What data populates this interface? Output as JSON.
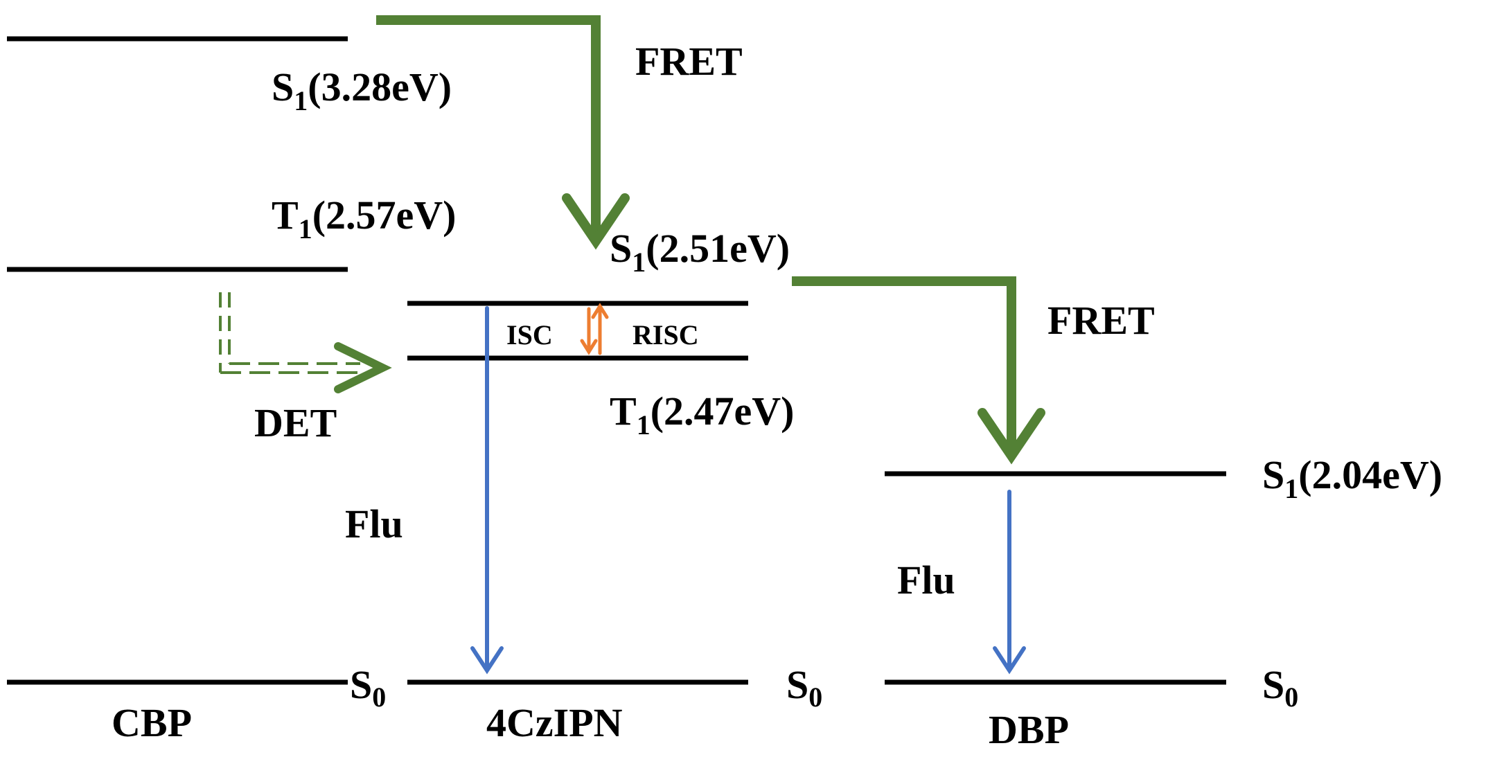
{
  "colors": {
    "level": "#000000",
    "fret": "#538135",
    "det": "#538135",
    "fluorescence": "#4472c4",
    "isc": "#ed7d31"
  },
  "labels": {
    "cbp_s1_prefix": "S",
    "cbp_s1_sub": "1",
    "cbp_s1_value": "(3.28eV)",
    "cbp_t1_prefix": "T",
    "cbp_t1_sub": "1",
    "cbp_t1_value": "(2.57eV)",
    "cz_s1_prefix": "S",
    "cz_s1_sub": "1",
    "cz_s1_value": "(2.51eV)",
    "cz_t1_prefix": "T",
    "cz_t1_sub": "1",
    "cz_t1_value": "(2.47eV)",
    "dbp_s1_prefix": "S",
    "dbp_s1_sub": "1",
    "dbp_s1_value": "(2.04eV)",
    "s0_prefix": "S",
    "s0_sub": "0",
    "fret_top": "FRET",
    "fret_right": "FRET",
    "det": "DET",
    "isc": "ISC",
    "risc": "RISC",
    "flu_left": "Flu",
    "flu_right": "Flu"
  },
  "molecules": {
    "cbp": "CBP",
    "cz": "4CzIPN",
    "dbp": "DBP"
  }
}
